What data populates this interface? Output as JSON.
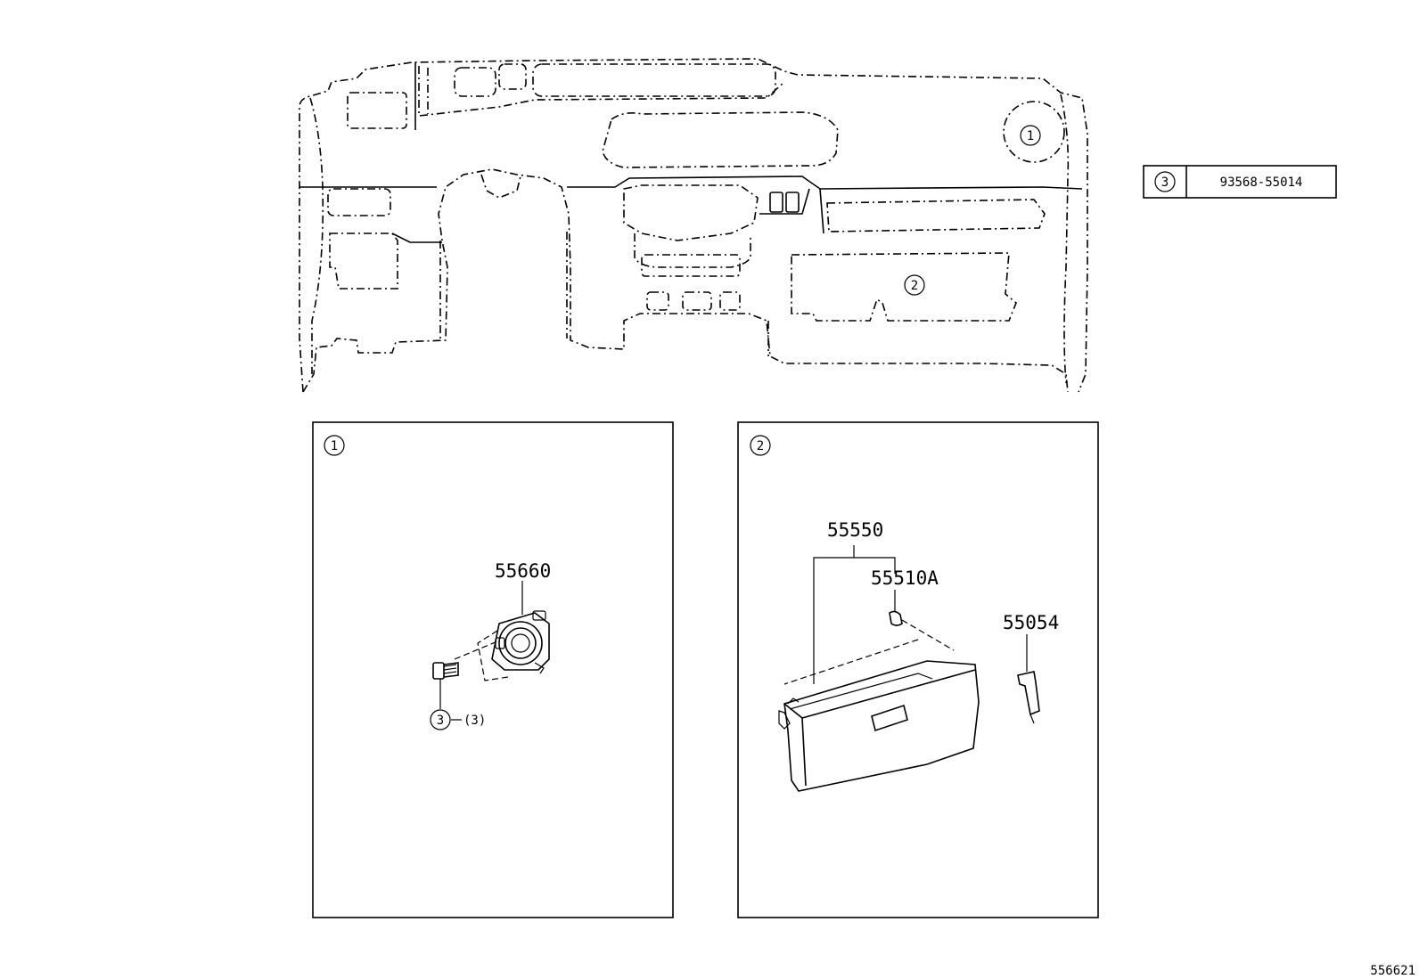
{
  "legend": {
    "ref_number": "3",
    "part_number": "93568-55014"
  },
  "dashboard": {
    "callout_1": "1",
    "callout_2": "2"
  },
  "panel_1": {
    "ref_label": "1",
    "parts": {
      "vent": "55660",
      "screw_ref": "3",
      "screw_qty": "(3)"
    }
  },
  "panel_2": {
    "ref_label": "2",
    "parts": {
      "glove_box_assy": "55550",
      "lock": "55510A",
      "damper": "55054"
    }
  },
  "illustration_id": "556621"
}
